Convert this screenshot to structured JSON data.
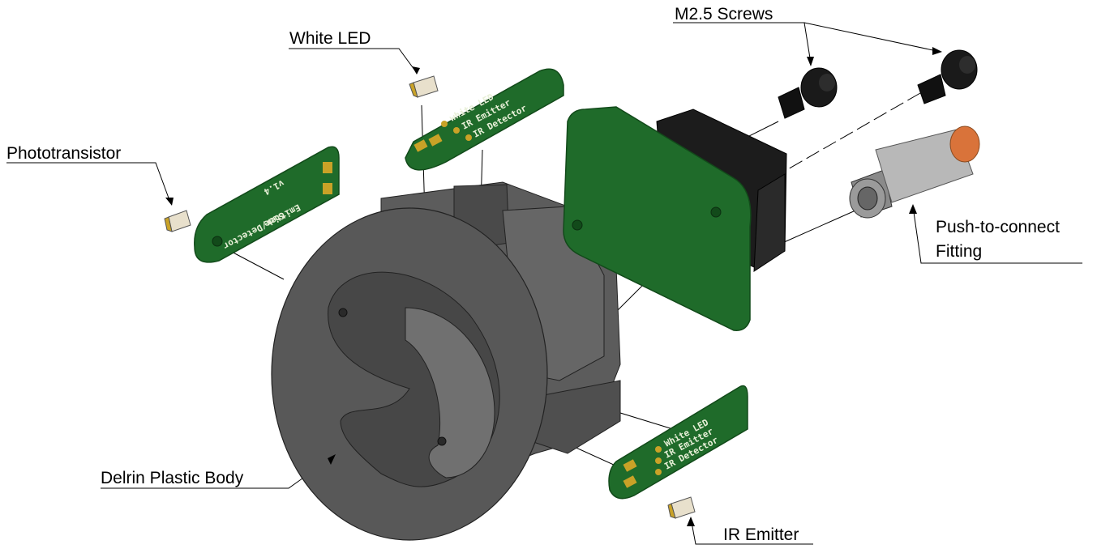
{
  "labels": {
    "white_led": "White LED",
    "m25_screws": "M2.5 Screws",
    "phototransistor": "Phototransistor",
    "push_to_connect_line1": "Push-to-connect",
    "push_to_connect_line2": "Fitting",
    "delrin_body": "Delrin Plastic Body",
    "ir_emitter": "IR Emitter"
  },
  "pcb_silkscreen": {
    "top_board": [
      "white LED",
      "IR Emitter",
      "IR Detector"
    ],
    "bottom_board": [
      "White LED",
      "IR Emitter",
      "IR Detector"
    ],
    "side_board": [
      "Side",
      "Emitter/Detector",
      "v1.4"
    ]
  },
  "colors": {
    "pcb_green": "#1f6b2a",
    "pcb_edge": "#124a1a",
    "body_dark": "#4a4a4a",
    "body_mid": "#5c5c5c",
    "body_light": "#7a7a7a",
    "motor_black": "#1c1c1c",
    "fitting_silver": "#b8b8b8",
    "fitting_orange": "#d9733a",
    "pad_gold": "#c9a227"
  }
}
